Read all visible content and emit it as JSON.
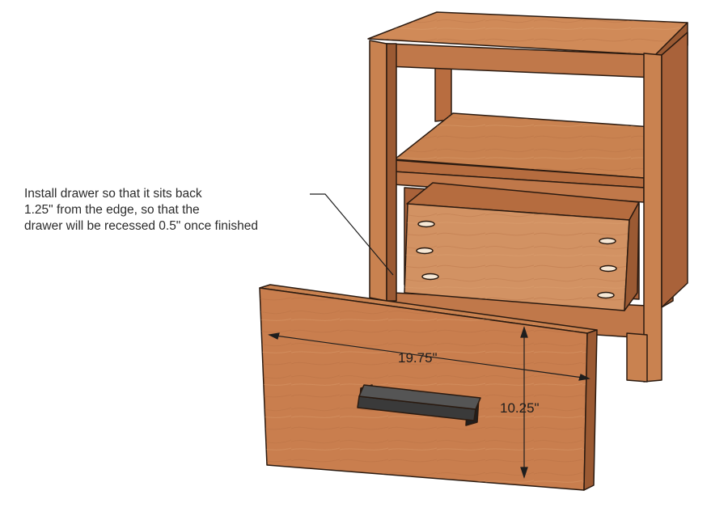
{
  "annotation": {
    "lines": [
      "Install drawer so that it sits back",
      "1.25\" from the edge, so that the",
      "drawer will be recessed 0.5\" once finished"
    ]
  },
  "dimensions": {
    "width": "19.75\"",
    "height": "10.25\""
  },
  "colors": {
    "wood": "#c0784a",
    "wood_light": "#d49566",
    "wood_dark": "#9b5a33",
    "edge": "#2a1a10",
    "handle": "#2b2b2b"
  }
}
